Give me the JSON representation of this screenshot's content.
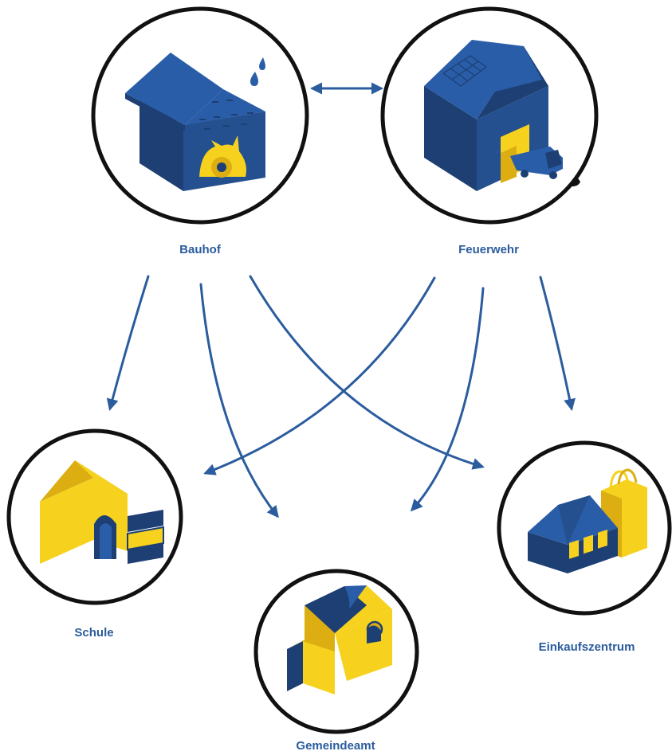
{
  "colors": {
    "navy": "#1d3f73",
    "blue": "#2a5da8",
    "mid_blue": "#24508f",
    "yellow": "#f6d21e",
    "dark_yellow": "#dcae12",
    "label": "#2b5c9e",
    "arrow": "#2b5c9e",
    "ring": "#111111"
  },
  "nodes": [
    {
      "id": "bauhof",
      "label": "Bauhof",
      "icon": "garage-building-icon"
    },
    {
      "id": "feuerwehr",
      "label": "Feuerwehr",
      "icon": "fire-station-icon"
    },
    {
      "id": "schule",
      "label": "Schule",
      "icon": "school-building-icon"
    },
    {
      "id": "gemeindeamt",
      "label": "Gemeindeamt",
      "icon": "town-hall-icon"
    },
    {
      "id": "einkaufszentrum",
      "label": "Einkaufszentrum",
      "icon": "shopping-center-icon"
    }
  ],
  "edges": [
    {
      "from": "bauhof",
      "to": "feuerwehr",
      "bidirectional": true
    },
    {
      "from": "bauhof",
      "to": "schule"
    },
    {
      "from": "bauhof",
      "to": "gemeindeamt"
    },
    {
      "from": "bauhof",
      "to": "einkaufszentrum"
    },
    {
      "from": "feuerwehr",
      "to": "schule"
    },
    {
      "from": "feuerwehr",
      "to": "gemeindeamt"
    },
    {
      "from": "feuerwehr",
      "to": "einkaufszentrum"
    }
  ]
}
